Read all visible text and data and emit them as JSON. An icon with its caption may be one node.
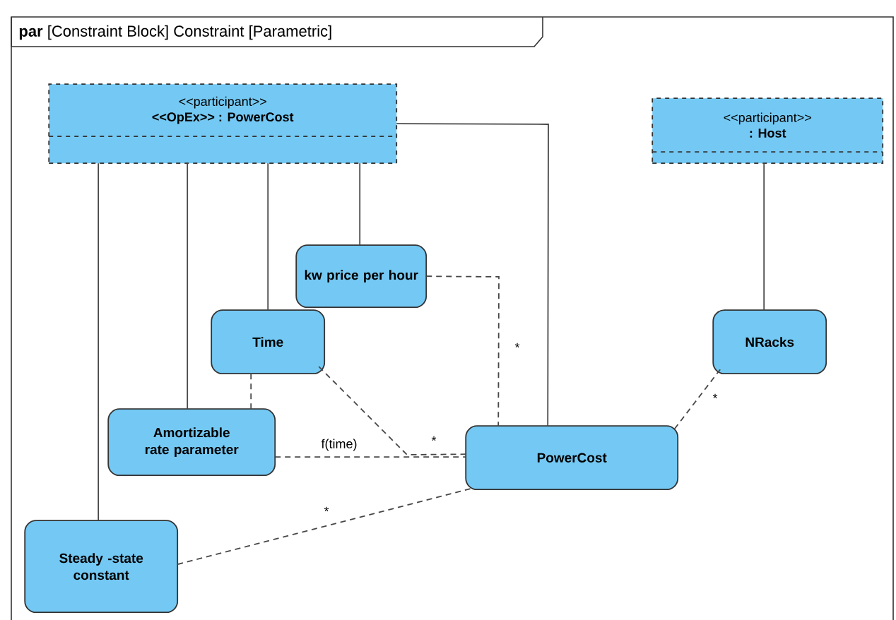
{
  "diagram": {
    "nodes": [
      {
        "text": [
          "**par** [Constraint Block] Constraint [Parametric]"
        ]
      },
      {
        "text": [
          "<<participant>>",
          "<<OpEx>> : PowerCost"
        ],
        "in": 0
      },
      {
        "text": [
          "<<participant>>",
          ": Host"
        ],
        "in": 0
      },
      {
        "text": [
          "kw price per hour"
        ],
        "in": 0
      },
      {
        "text": [
          "Time"
        ],
        "in": 0
      },
      {
        "text": [
          "Amortizable rate parameter"
        ],
        "in": 0
      },
      {
        "text": [
          "PowerCost"
        ],
        "in": 0
      },
      {
        "text": [
          "NRacks"
        ],
        "in": 0
      },
      {
        "text": [
          "Steady -state constant"
        ],
        "in": 0
      }
    ],
    "edges": [
      {
        "from": 1,
        "to": 8,
        "arrow": "none"
      },
      {
        "from": 1,
        "to": 5,
        "arrow": "none"
      },
      {
        "from": 1,
        "to": 4,
        "arrow": "none"
      },
      {
        "from": 1,
        "to": 3,
        "arrow": "none"
      },
      {
        "from": 1,
        "to": 6,
        "arrow": "none"
      },
      {
        "from": 2,
        "to": 7,
        "arrow": "none"
      },
      {
        "from": 3,
        "to": 6,
        "arrow": "none",
        "style": "dashed",
        "label": "*"
      },
      {
        "from": 4,
        "to": 5,
        "arrow": "none",
        "style": "dashed"
      },
      {
        "from": 4,
        "to": 6,
        "arrow": "none",
        "style": "dashed",
        "label": "*"
      },
      {
        "from": 5,
        "to": 6,
        "arrow": "none",
        "style": "dashed",
        "label": "f(time)"
      },
      {
        "from": 8,
        "to": 6,
        "arrow": "none",
        "style": "dashed",
        "label": "*"
      },
      {
        "from": 7,
        "to": 6,
        "arrow": "none",
        "style": "dashed",
        "label": "*"
      }
    ]
  }
}
